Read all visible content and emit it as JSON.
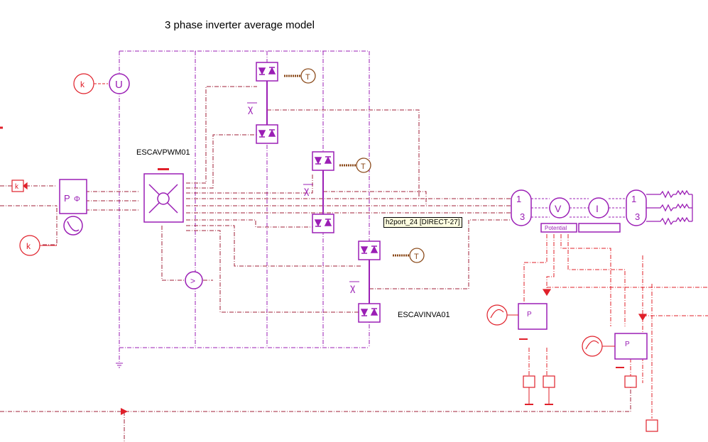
{
  "diagram": {
    "title": "3 phase inverter average model",
    "labels": {
      "pwm_block": "ESCAVPWM01",
      "inv_block": "ESCAVINVA01",
      "tooltip": "h2port_24 [DIRECT-27]",
      "potential": "Potential"
    },
    "symbols": {
      "k": "k",
      "T": "T",
      "U": "U",
      "V": "V",
      "I": "I",
      "tr_top": "1",
      "tr_bot": "3"
    },
    "colors": {
      "purple": "#9b1fb5",
      "red": "#e0202a",
      "brown": "#8b4a1a",
      "signal": "#a0203a"
    }
  }
}
